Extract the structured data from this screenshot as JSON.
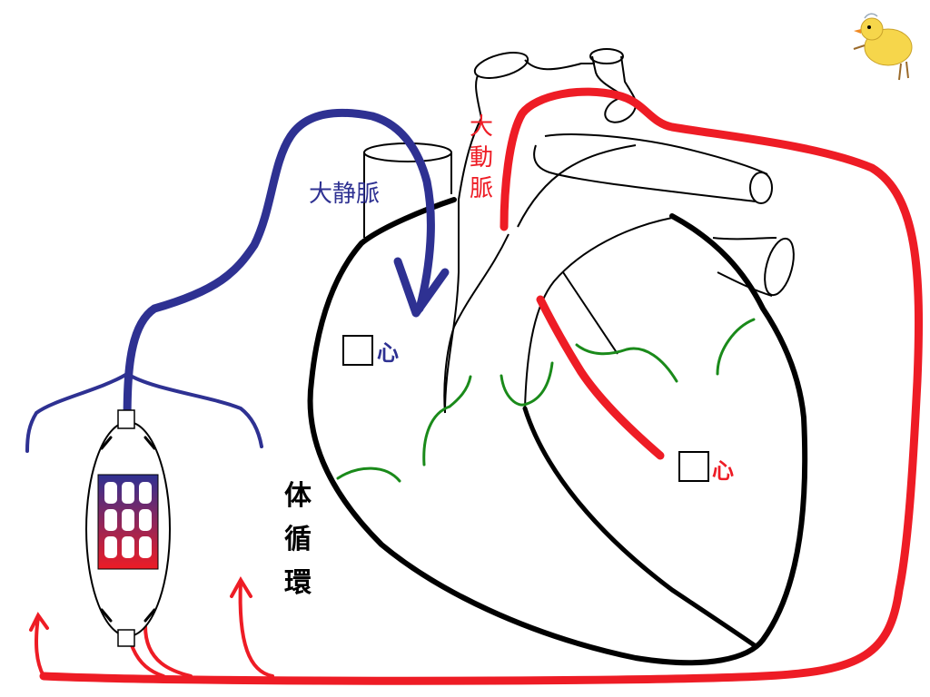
{
  "labels": {
    "vena_cava": "大静脈",
    "aorta": [
      "大",
      "動",
      "脈"
    ],
    "right_heart_suffix": "心",
    "left_heart_suffix": "心",
    "systemic_circulation": [
      "体",
      "循",
      "環"
    ]
  },
  "colors": {
    "vein": "#2e3192",
    "artery": "#ee1c25",
    "outline": "#000000",
    "vessel_green": "#1a8a1a"
  },
  "icons": {
    "mascot": "chick-icon",
    "answer_box": "blank-square-icon"
  }
}
